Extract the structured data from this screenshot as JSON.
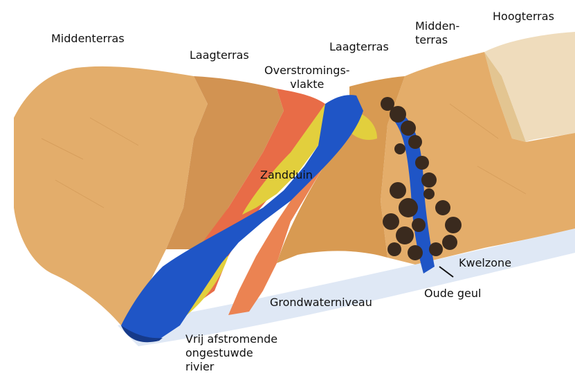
{
  "labels": {
    "middenterras_left": "Middenterras",
    "laagterras_left": "Laagterras",
    "overstromingsvlakte_1": "Overstromings-",
    "overstromingsvlakte_2": "vlakte",
    "laagterras_right": "Laagterras",
    "middenterras_right_1": "Midden-",
    "middenterras_right_2": "terras",
    "hoogterras": "Hoogterras",
    "zandduin": "Zandduin",
    "kwelzone": "Kwelzone",
    "oude_geul": "Oude geul",
    "grondwaterniveau": "Grondwaterniveau",
    "rivier_1": "Vrij afstromende",
    "rivier_2": "ongestuwde",
    "rivier_3": "rivier"
  },
  "colors": {
    "terrace_light": "#e7b473",
    "terrace_mid": "#d9a05a",
    "terrace_dark": "#c98a45",
    "hoogterras": "#ecd8b4",
    "floodplain_red": "#e8704a",
    "floodplain_orange": "#eb8a55",
    "river_blue": "#1f55c6",
    "river_dark": "#163a8a",
    "sand_yellow": "#e3cf3c",
    "vegetation": "#3a2a1e",
    "groundwater": "#e6eef8"
  }
}
